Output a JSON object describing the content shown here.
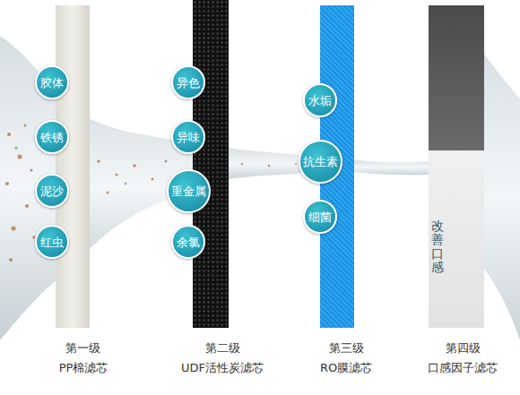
{
  "diagram": {
    "nodes": [
      {
        "text": [
          "第一级 PP棉滤芯"
        ]
      },
      {
        "text": [
          "胶体"
        ]
      },
      {
        "text": [
          "铁锈"
        ]
      },
      {
        "text": [
          "泥沙"
        ]
      },
      {
        "text": [
          "红虫"
        ]
      },
      {
        "text": [
          "第二级 UDF活性炭滤芯"
        ]
      },
      {
        "text": [
          "异色"
        ]
      },
      {
        "text": [
          "异味"
        ]
      },
      {
        "text": [
          "重金属"
        ]
      },
      {
        "text": [
          "余氯"
        ]
      },
      {
        "text": [
          "第三级 RO膜滤芯"
        ]
      },
      {
        "text": [
          "水垢"
        ]
      },
      {
        "text": [
          "抗生素"
        ]
      },
      {
        "text": [
          "细菌"
        ]
      },
      {
        "text": [
          "改善口感",
          "第四级 口感因子滤芯"
        ]
      }
    ]
  }
}
